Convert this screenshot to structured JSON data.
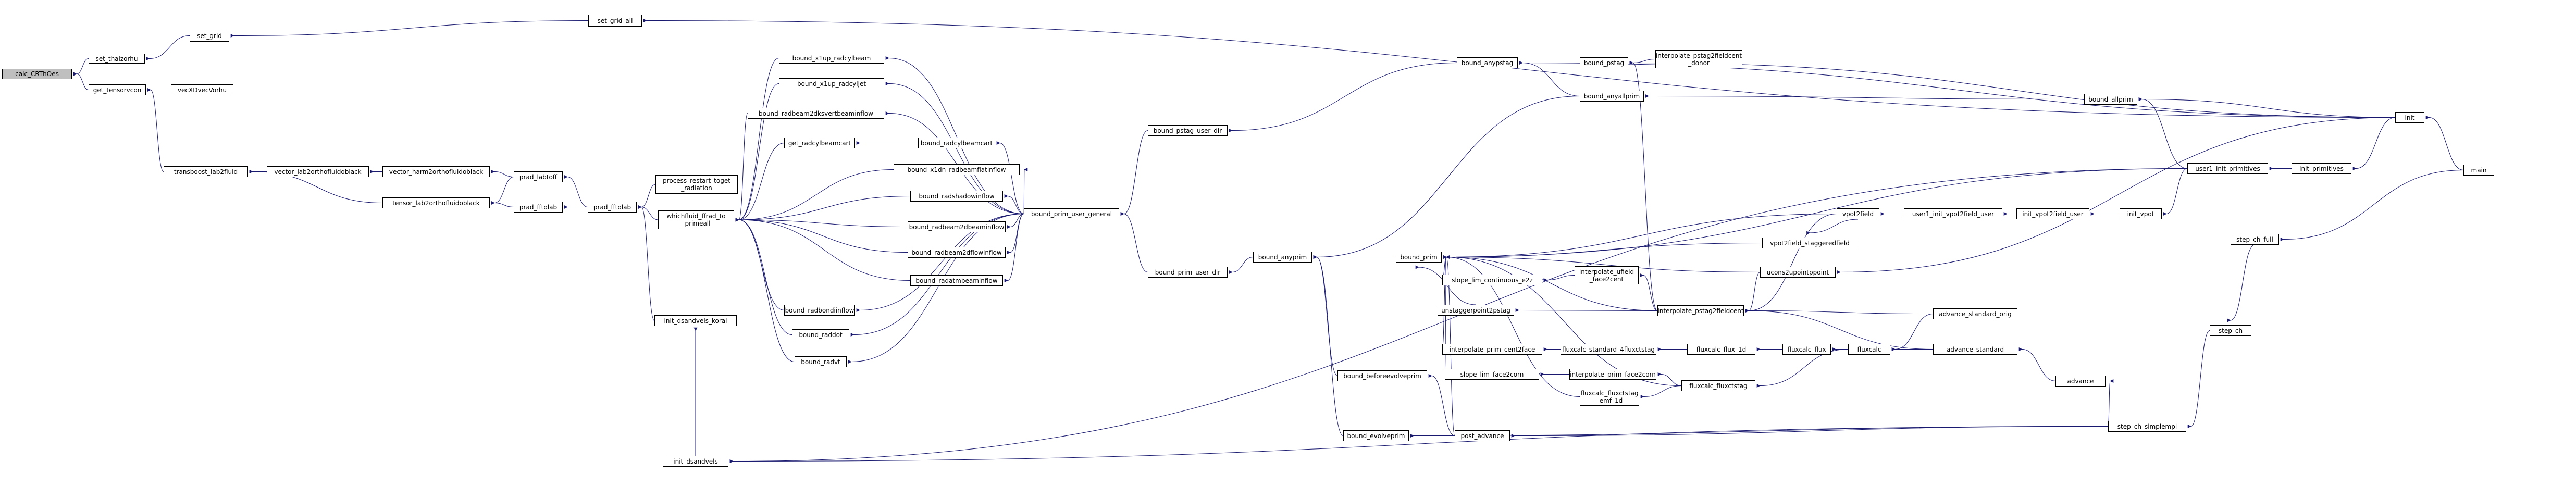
{
  "colors": {
    "edge": "#191970",
    "root_fill": "#bfbfbf",
    "node_border": "#000000"
  },
  "nodes": [
    {
      "id": "calc_CRTh",
      "label": "calc_CRThOes",
      "root": true
    },
    {
      "id": "set_thalzorhu",
      "label": "set_thalzorhu"
    },
    {
      "id": "set_grid",
      "label": "set_grid"
    },
    {
      "id": "set_grid_all",
      "label": "set_grid_all"
    },
    {
      "id": "get_tensorvcon",
      "label": "get_tensorvcon"
    },
    {
      "id": "vecXDvecVorhu",
      "label": "vecXDvecVorhu"
    },
    {
      "id": "transboost",
      "label": "transboost_lab2fluid"
    },
    {
      "id": "vector_lab2",
      "label": "vector_lab2orthofluidoblack"
    },
    {
      "id": "vector_harm2",
      "label": "vector_harm2orthofluidoblack"
    },
    {
      "id": "tensor_lab2",
      "label": "tensor_lab2orthofluidoblack"
    },
    {
      "id": "prad_labtoff",
      "label": "prad_labtoff"
    },
    {
      "id": "prad_fftolab",
      "label": "prad_fftolab"
    },
    {
      "id": "prad_fftolab2",
      "label": "prad_fftolab"
    },
    {
      "id": "process_restart",
      "label": "process_restart_toget\n_radiation"
    },
    {
      "id": "whichfluid",
      "label": "whichfluid_ffrad_to\n_primeall"
    },
    {
      "id": "init_dsandvels_koral",
      "label": "init_dsandvels_koral"
    },
    {
      "id": "init_dsandvels",
      "label": "init_dsandvels"
    },
    {
      "id": "bound_x1up_radcylbeam",
      "label": "bound_x1up_radcylbeam"
    },
    {
      "id": "bound_x1up_radcyljet",
      "label": "bound_x1up_radcyljet"
    },
    {
      "id": "bound_radbeam2dksvertbeaminflow",
      "label": "bound_radbeam2dksvertbeaminflow"
    },
    {
      "id": "get_radcylbeamcart",
      "label": "get_radcylbeamcart"
    },
    {
      "id": "bound_radcylbeamcart",
      "label": "bound_radcylbeamcart"
    },
    {
      "id": "bound_x1dn_radbeam",
      "label": "bound_x1dn_radbeamflatinflow"
    },
    {
      "id": "bound_radshadowinflow",
      "label": "bound_radshadowinflow"
    },
    {
      "id": "bound_radbeam2dbeaminflow",
      "label": "bound_radbeam2dbeaminflow"
    },
    {
      "id": "bound_radbeam2dflowinflow",
      "label": "bound_radbeam2dflowinflow"
    },
    {
      "id": "bound_radatmbeaminflow",
      "label": "bound_radatmbeaminflow"
    },
    {
      "id": "bound_radbondiinflow",
      "label": "bound_radbondiinflow"
    },
    {
      "id": "bound_raddot",
      "label": "bound_raddot"
    },
    {
      "id": "bound_radvt",
      "label": "bound_radvt"
    },
    {
      "id": "bound_prim_user_general",
      "label": "bound_prim_user_general"
    },
    {
      "id": "bound_pstag_user_dir",
      "label": "bound_pstag_user_dir"
    },
    {
      "id": "bound_prim_user_dir",
      "label": "bound_prim_user_dir"
    },
    {
      "id": "bound_anypstag",
      "label": "bound_anypstag"
    },
    {
      "id": "bound_pstag",
      "label": "bound_pstag"
    },
    {
      "id": "interpolate_pstag",
      "label": "interpolate_pstag2fieldcent\n_donor"
    },
    {
      "id": "bound_anyallprim",
      "label": "bound_anyallprim"
    },
    {
      "id": "bound_anyprim",
      "label": "bound_anyprim"
    },
    {
      "id": "bound_prim",
      "label": "bound_prim"
    },
    {
      "id": "bound_beforeevolveprim",
      "label": "bound_beforeevolveprim"
    },
    {
      "id": "bound_evolveprim",
      "label": "bound_evolveprim"
    },
    {
      "id": "post_advance",
      "label": "post_advance"
    },
    {
      "id": "slope_lim_continuous",
      "label": "slope_lim_continuous_e2z"
    },
    {
      "id": "interpolate_ufield",
      "label": "interpolate_ufield\n_face2cent"
    },
    {
      "id": "unstaggerpoint",
      "label": "unstaggerpoint2pstag"
    },
    {
      "id": "interpolate_pstag2fieldcent",
      "label": "interpolate_pstag2fieldcent"
    },
    {
      "id": "interpolate_prim_cent2face",
      "label": "interpolate_prim_cent2face"
    },
    {
      "id": "fluxcalc_standard_4fluxctstag",
      "label": "fluxcalc_standard_4fluxctstag"
    },
    {
      "id": "fluxcalc_flux_1d",
      "label": "fluxcalc_flux_1d"
    },
    {
      "id": "fluxcalc_flux",
      "label": "fluxcalc_flux"
    },
    {
      "id": "fluxcalc",
      "label": "fluxcalc"
    },
    {
      "id": "slope_lim_face2corn",
      "label": "slope_lim_face2corn"
    },
    {
      "id": "interpolate_prim_face2corn",
      "label": "interpolate_prim_face2corn"
    },
    {
      "id": "fluxcalc_fluxctstag",
      "label": "fluxcalc_fluxctstag"
    },
    {
      "id": "fluxcalc_fluxctstag_emf",
      "label": "fluxcalc_fluxctstag\n_emf_1d"
    },
    {
      "id": "vpot2field_staggeredfield",
      "label": "vpot2field_staggeredfield"
    },
    {
      "id": "vpot2field",
      "label": "vpot2field"
    },
    {
      "id": "user1_init_vpot2field_user",
      "label": "user1_init_vpot2field_user"
    },
    {
      "id": "init_vpot2field_user",
      "label": "init_vpot2field_user"
    },
    {
      "id": "init_vpot",
      "label": "init_vpot"
    },
    {
      "id": "ucons2upointppoint",
      "label": "ucons2upointppoint"
    },
    {
      "id": "advance_standard_orig",
      "label": "advance_standard_orig"
    },
    {
      "id": "advance_standard",
      "label": "advance_standard"
    },
    {
      "id": "advance",
      "label": "advance"
    },
    {
      "id": "step_ch_simplempi",
      "label": "step_ch_simplempi"
    },
    {
      "id": "step_ch",
      "label": "step_ch"
    },
    {
      "id": "step_ch_full",
      "label": "step_ch_full"
    },
    {
      "id": "bound_allprim",
      "label": "bound_allprim"
    },
    {
      "id": "user1_init_primitives",
      "label": "user1_init_primitives"
    },
    {
      "id": "init_primitives",
      "label": "init_primitives"
    },
    {
      "id": "init",
      "label": "init"
    },
    {
      "id": "main",
      "label": "main"
    }
  ]
}
